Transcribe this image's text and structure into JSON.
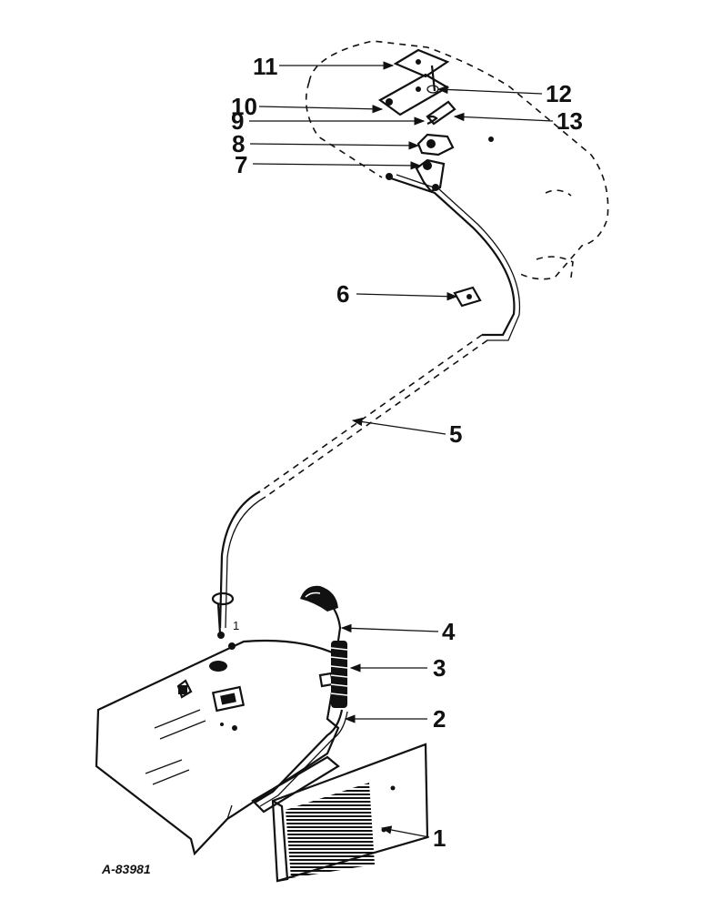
{
  "figure_id": "A-83981",
  "callouts": [
    {
      "id": "c1",
      "label": "1"
    },
    {
      "id": "c2",
      "label": "2"
    },
    {
      "id": "c3",
      "label": "3"
    },
    {
      "id": "c4",
      "label": "4"
    },
    {
      "id": "c5",
      "label": "5"
    },
    {
      "id": "c6",
      "label": "6"
    },
    {
      "id": "c7",
      "label": "7"
    },
    {
      "id": "c8",
      "label": "8"
    },
    {
      "id": "c9",
      "label": "9"
    },
    {
      "id": "c10",
      "label": "10"
    },
    {
      "id": "c11",
      "label": "11"
    },
    {
      "id": "c12",
      "label": "12"
    },
    {
      "id": "c13",
      "label": "13"
    }
  ],
  "small_marks": {
    "near_floor": "1"
  }
}
